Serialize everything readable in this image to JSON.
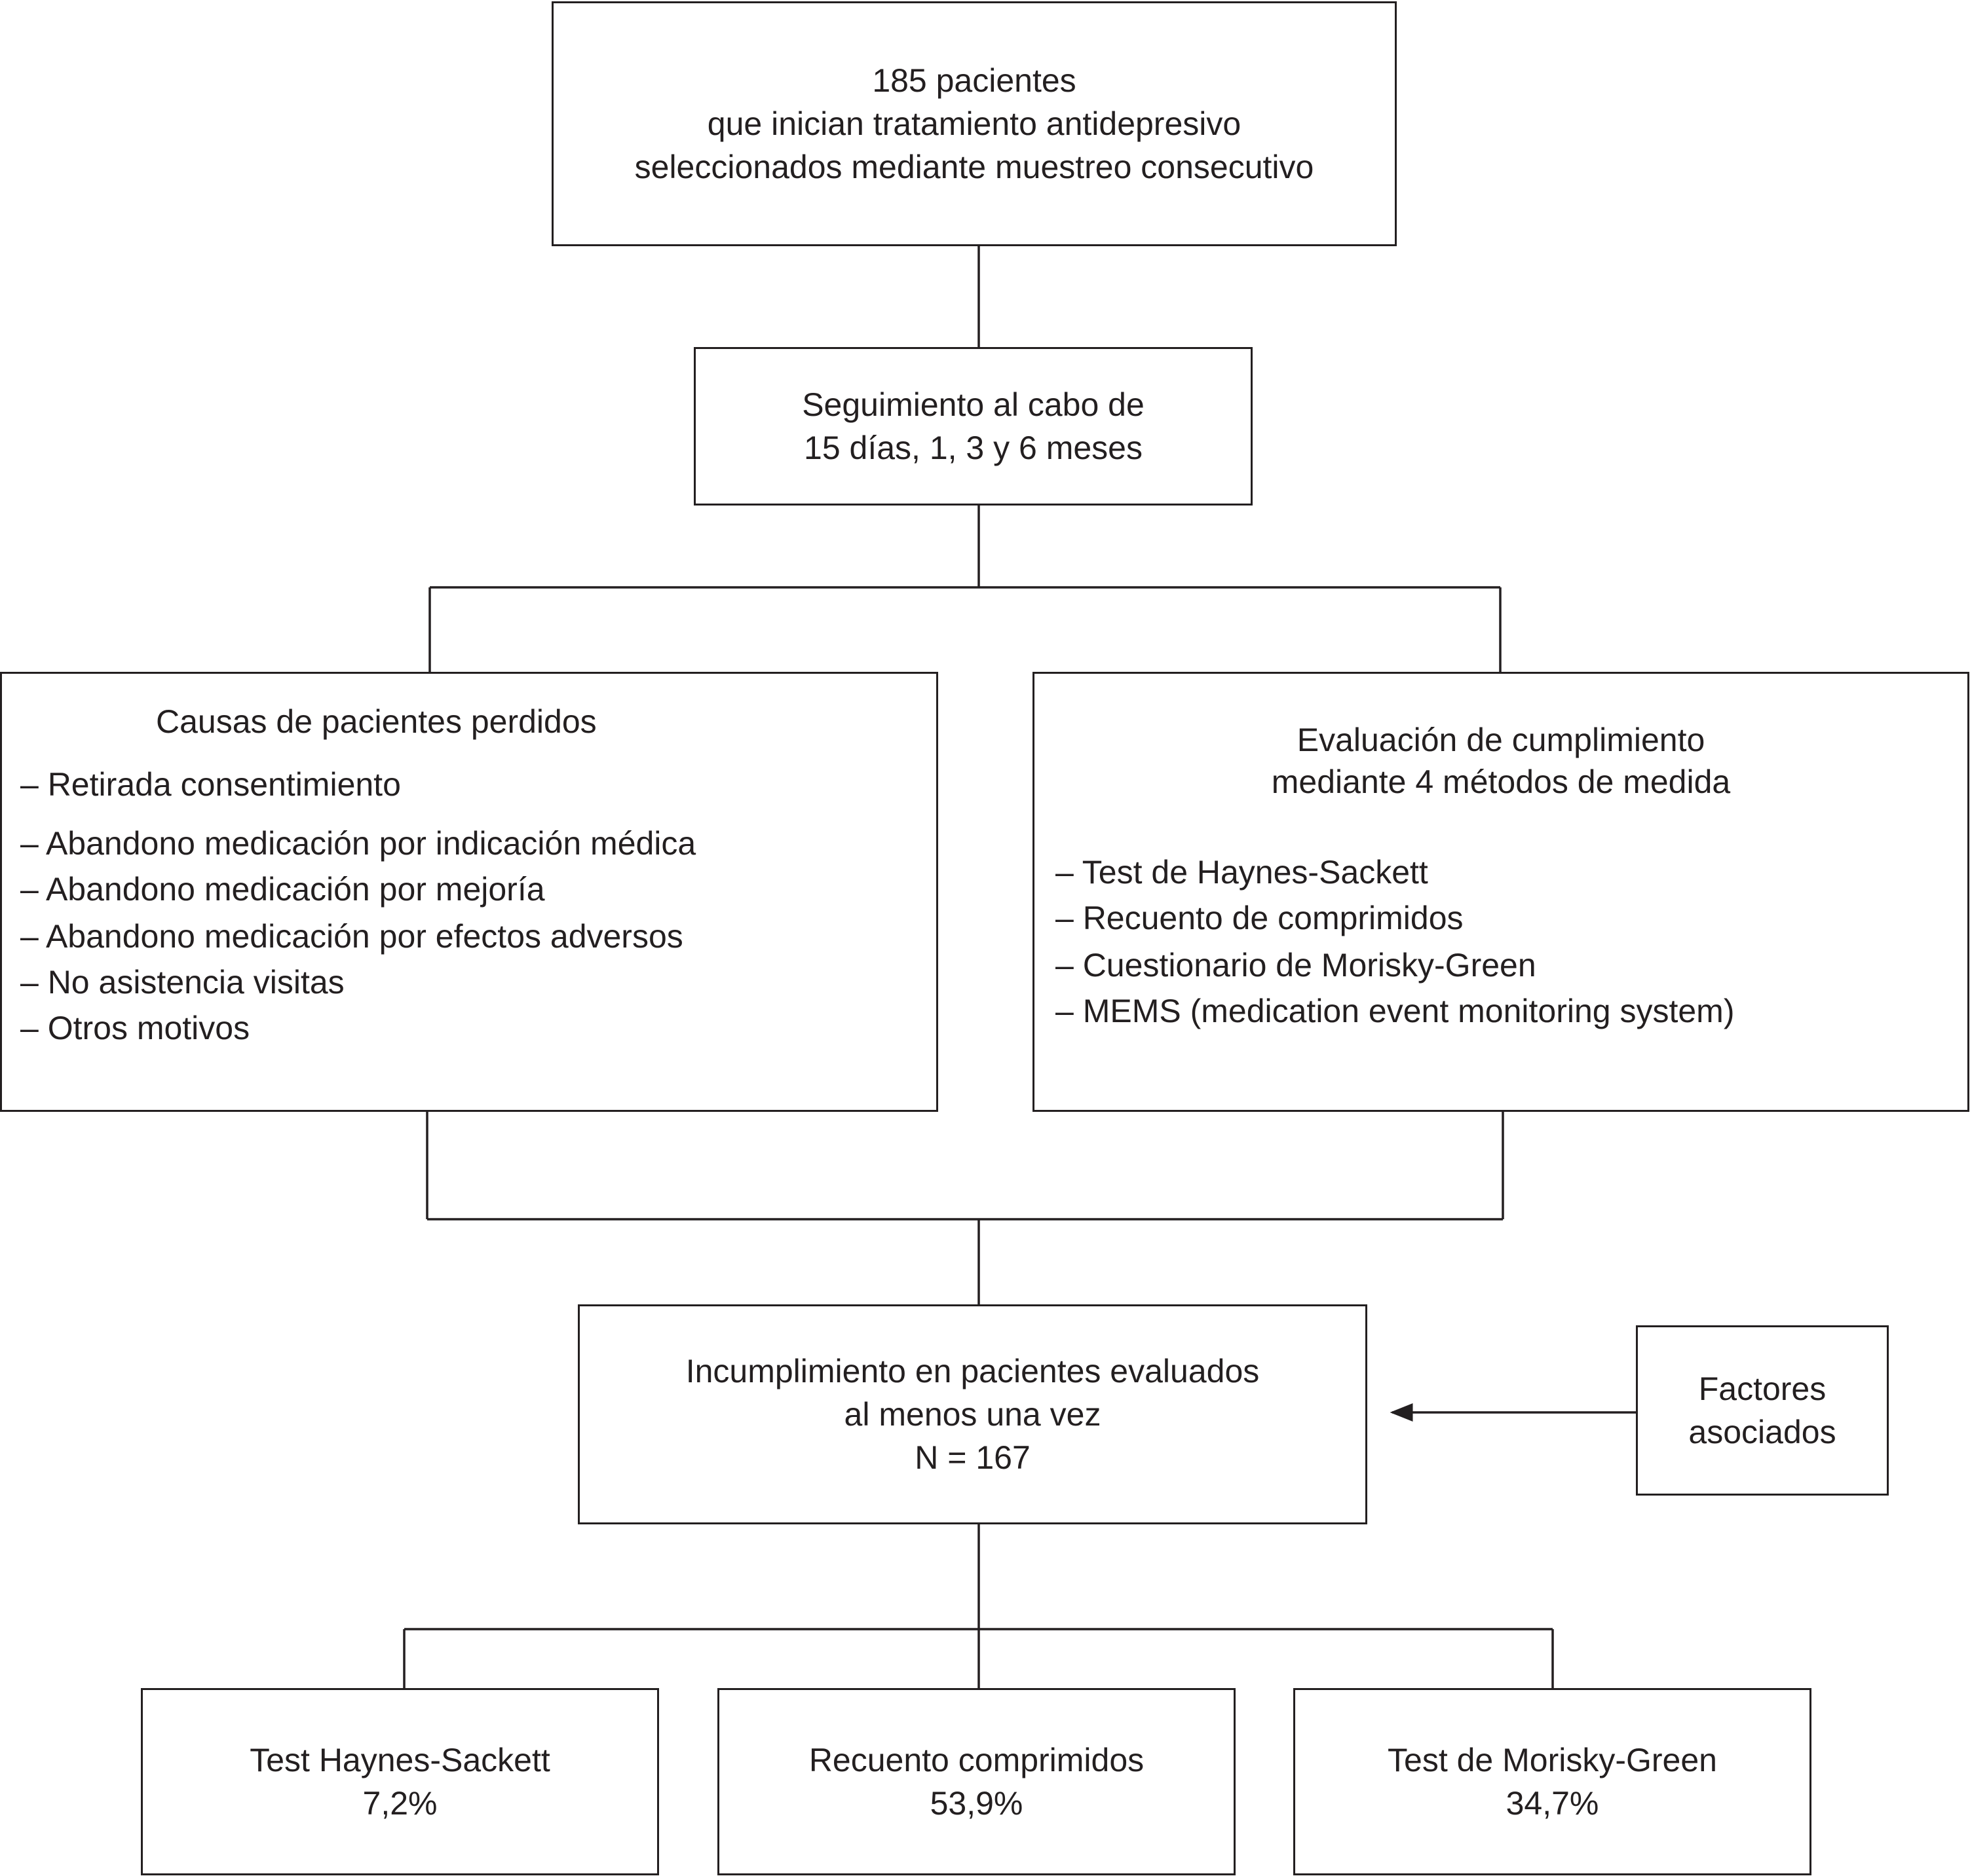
{
  "enrollment": {
    "lines": [
      "185 pacientes",
      "que inician tratamiento antidepresivo",
      "seleccionados mediante muestreo consecutivo"
    ]
  },
  "followup": {
    "lines": [
      "Seguimiento al cabo de",
      "15 días, 1, 3 y 6 meses"
    ]
  },
  "lost_patients": {
    "title": "Causas de pacientes perdidos",
    "items": [
      "– Retirada consentimiento",
      "– Abandono medicación por indicación médica",
      "– Abandono medicación por mejoría",
      "– Abandono medicación por efectos adversos",
      "– No asistencia visitas",
      "– Otros motivos"
    ]
  },
  "compliance_evaluation": {
    "title_lines": [
      "Evaluación de cumplimiento",
      "mediante 4 métodos de medida"
    ],
    "items": [
      "– Test de Haynes-Sackett",
      "– Recuento de comprimidos",
      "– Cuestionario de Morisky-Green",
      "– MEMS (medication event monitoring system)"
    ]
  },
  "noncompliance": {
    "lines": [
      "Incumplimiento en pacientes evaluados",
      "al menos una vez",
      "N = 167"
    ]
  },
  "associated_factors": {
    "lines": [
      "Factores",
      "asociados"
    ]
  },
  "results": [
    {
      "method": "Test Haynes-Sackett",
      "value": "7,2%"
    },
    {
      "method": "Recuento comprimidos",
      "value": "53,9%"
    },
    {
      "method": "Test de Morisky-Green",
      "value": "34,7%"
    }
  ],
  "colors": {
    "stroke": "#231f20",
    "text": "#231f20",
    "background": "#ffffff"
  }
}
